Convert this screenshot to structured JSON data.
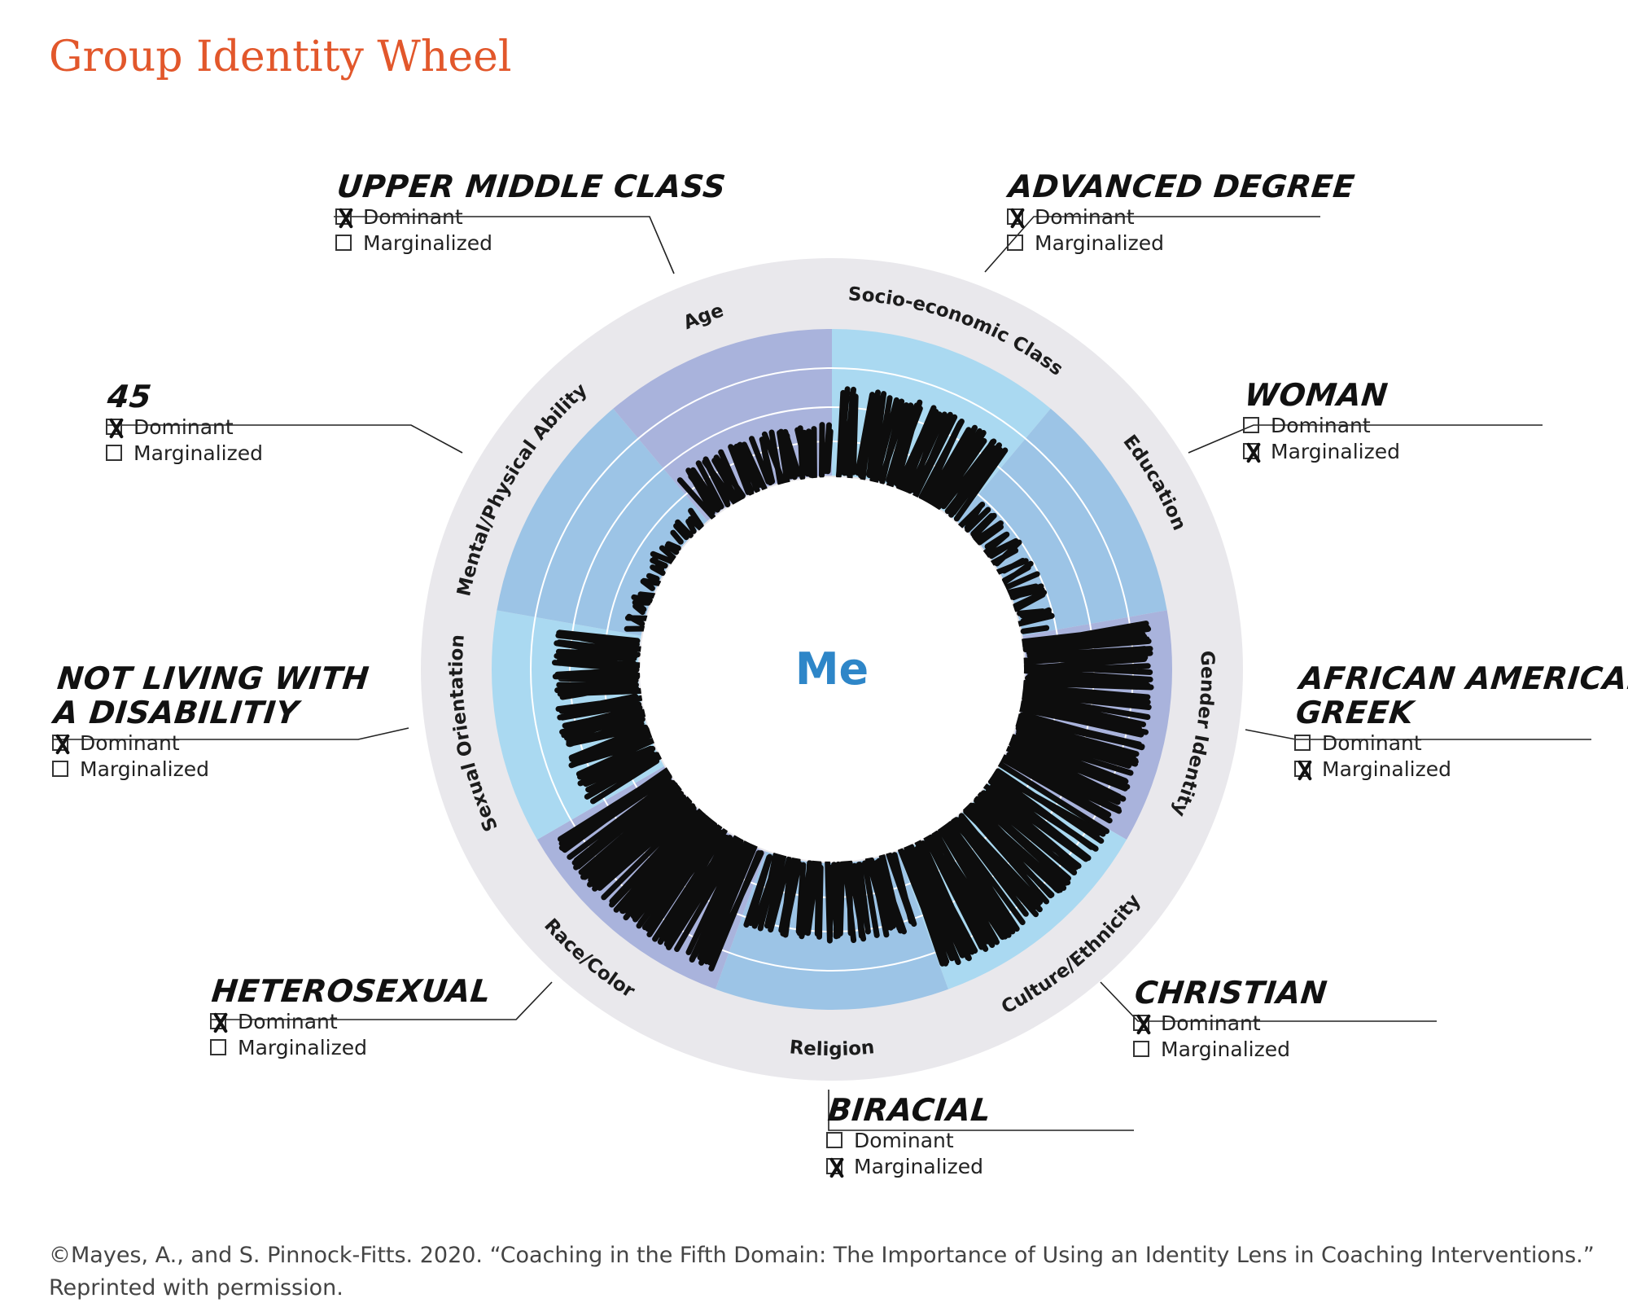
{
  "title": "Group Identity Wheel",
  "center_label": "Me",
  "option_labels": {
    "dominant": "Dominant",
    "marginalized": "Marginalized"
  },
  "colors": {
    "title": "#e2572b",
    "outer_ring": "#e9e8ec",
    "segment_light": "#aad9f1",
    "segment_mid": "#9cc4e6",
    "segment_purple": "#a9b3dc",
    "scribble": "#0d0d0d",
    "center_text": "#2e86c8"
  },
  "segments": [
    {
      "label": "Socio-economic Class",
      "answer": "UPPER MIDDLE CLASS",
      "status": "dominant",
      "intensity": 0.62
    },
    {
      "label": "Education",
      "answer": "ADVANCED DEGREE",
      "status": "dominant",
      "intensity": 0.2
    },
    {
      "label": "Gender Identity",
      "answer": "WOMAN",
      "status": "marginalized",
      "intensity": 0.92
    },
    {
      "label": "Culture/Ethnicity",
      "answer": "AFRICAN AMERICAN/\nGREEK",
      "status": "marginalized",
      "intensity": 0.92
    },
    {
      "label": "Religion",
      "answer": "CHRISTIAN",
      "status": "dominant",
      "intensity": 0.55
    },
    {
      "label": "Race/Color",
      "answer": "BIRACIAL",
      "status": "marginalized",
      "intensity": 0.95
    },
    {
      "label": "Sexual Orientation",
      "answer": "HETEROSEXUAL",
      "status": "dominant",
      "intensity": 0.6
    },
    {
      "label": "Mental/Physical Ability",
      "answer": "NOT LIVING WITH\nA DISABILITIY",
      "status": "dominant",
      "intensity": 0.1
    },
    {
      "label": "Age",
      "answer": "45",
      "status": "dominant",
      "intensity": 0.35
    }
  ],
  "credit_lines": [
    "©Mayes, A., and S. Pinnock-Fitts. 2020. “Coaching in the Fifth Domain: The Importance of Using an Identity Lens in Coaching Interventions.”",
    "Reprinted with permission."
  ]
}
